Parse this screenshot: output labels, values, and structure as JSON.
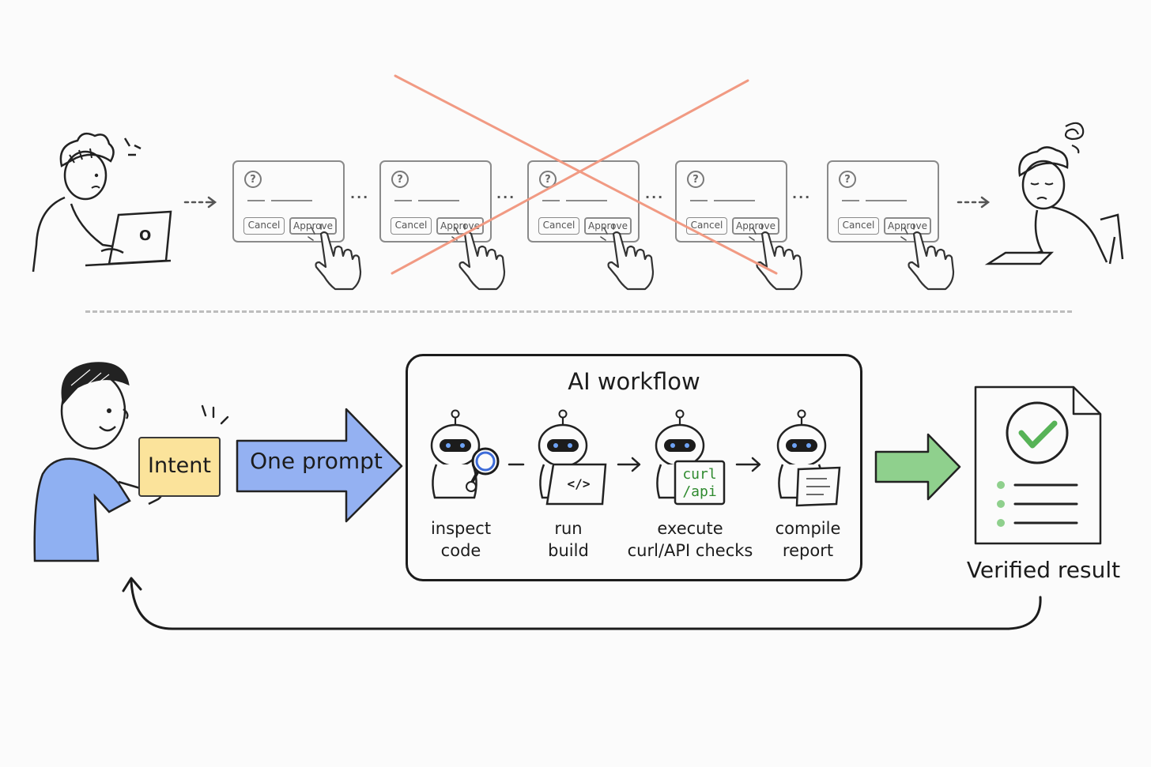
{
  "top_flow": {
    "dialogs": [
      {
        "icon": "question-icon",
        "question_mark": "?",
        "cancel_label": "Cancel",
        "approve_label": "Approve"
      },
      {
        "icon": "question-icon",
        "question_mark": "?",
        "cancel_label": "Cancel",
        "approve_label": "Approve"
      },
      {
        "icon": "question-icon",
        "question_mark": "?",
        "cancel_label": "Cancel",
        "approve_label": "Approve"
      },
      {
        "icon": "question-icon",
        "question_mark": "?",
        "cancel_label": "Cancel",
        "approve_label": "Approve"
      },
      {
        "icon": "question-icon",
        "question_mark": "?",
        "cancel_label": "Cancel",
        "approve_label": "Approve"
      }
    ],
    "connector_dots": "···",
    "laptop_logo": "O",
    "cross_out_color": "#f19a83"
  },
  "bottom_flow": {
    "intent_label": "Intent",
    "prompt_label": "One prompt",
    "workflow": {
      "title": "AI workflow",
      "steps": [
        {
          "line1": "inspect",
          "line2": "code",
          "icon": "magnifier-icon"
        },
        {
          "line1": "run",
          "line2": "build",
          "icon": "laptop-code-icon",
          "screen_text": "</>"
        },
        {
          "line1": "execute",
          "line2": "curl/API checks",
          "icon": "curl-screen-icon",
          "screen_line1": "curl",
          "screen_line2": "/api"
        },
        {
          "line1": "compile",
          "line2": "report",
          "icon": "report-paper-icon"
        }
      ]
    },
    "result_label": "Verified result",
    "colors": {
      "intent": "#fbe39b",
      "prompt_arrow": "#94b1f2",
      "result_arrow": "#8fd08d",
      "person_shirt": "#8fb0f2",
      "checkmark": "#57b357",
      "robot_eyes": "#6ea3f5"
    }
  }
}
